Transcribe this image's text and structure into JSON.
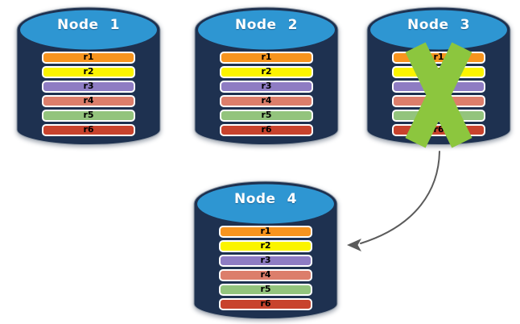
{
  "diagram": {
    "description": "Database cluster replication diagram: four database nodes each holding records r1-r6; Node 3 is failed (crossed out) and its data is replicated to Node 4",
    "colors": {
      "background": "#FFFFFF",
      "cylinder_body": "#1E3150",
      "cylinder_top": "#2E96D2",
      "cylinder_outline": "#9AA3AD",
      "record_border": "#FFFFFF",
      "record_text": "#000000",
      "title_text": "#FFFFFF",
      "failure_x": "#8CC63E",
      "arrow": "#5B5B5B"
    },
    "arrow": {
      "from": "Node 3",
      "to": "Node 4"
    },
    "nodes": [
      {
        "label": "Node 1",
        "status": "active",
        "records": [
          {
            "label": "r1",
            "color": "#F7941E"
          },
          {
            "label": "r2",
            "color": "#FBF400"
          },
          {
            "label": "r3",
            "color": "#8E7CC3"
          },
          {
            "label": "r4",
            "color": "#DC7E6B"
          },
          {
            "label": "r5",
            "color": "#93C47D"
          },
          {
            "label": "r6",
            "color": "#C8432D"
          }
        ]
      },
      {
        "label": "Node 2",
        "status": "active",
        "records": [
          {
            "label": "r1",
            "color": "#F7941E"
          },
          {
            "label": "r2",
            "color": "#FBF400"
          },
          {
            "label": "r3",
            "color": "#8E7CC3"
          },
          {
            "label": "r4",
            "color": "#DC7E6B"
          },
          {
            "label": "r5",
            "color": "#93C47D"
          },
          {
            "label": "r6",
            "color": "#C8432D"
          }
        ]
      },
      {
        "label": "Node 3",
        "status": "failed",
        "records": [
          {
            "label": "r1",
            "color": "#F7941E"
          },
          {
            "label": "r2",
            "color": "#FBF400"
          },
          {
            "label": "r3",
            "color": "#8E7CC3"
          },
          {
            "label": "r4",
            "color": "#DC7E6B"
          },
          {
            "label": "r5",
            "color": "#93C47D"
          },
          {
            "label": "r6",
            "color": "#C8432D"
          }
        ]
      },
      {
        "label": "Node 4",
        "status": "active",
        "records": [
          {
            "label": "r1",
            "color": "#F7941E"
          },
          {
            "label": "r2",
            "color": "#FBF400"
          },
          {
            "label": "r3",
            "color": "#8E7CC3"
          },
          {
            "label": "r4",
            "color": "#DC7E6B"
          },
          {
            "label": "r5",
            "color": "#93C47D"
          },
          {
            "label": "r6",
            "color": "#C8432D"
          }
        ]
      }
    ]
  }
}
